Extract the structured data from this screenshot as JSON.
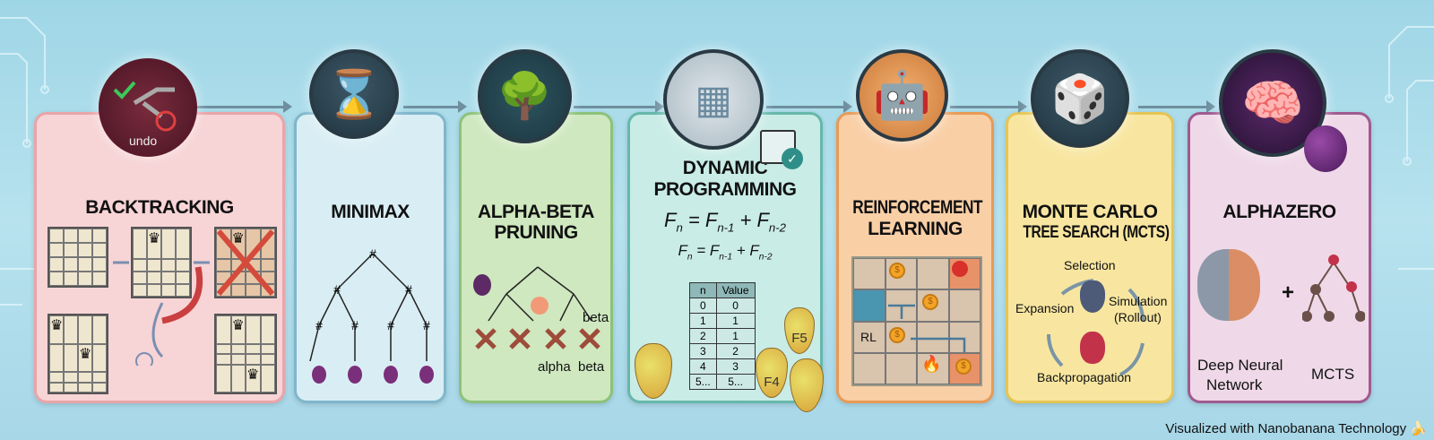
{
  "panels": {
    "backtracking": {
      "title": "BACKTRACKING",
      "undo": "undo"
    },
    "minimax": {
      "title": "MINIMAX"
    },
    "alphabeta": {
      "title_1": "ALPHA-BETA",
      "title_2": "PRUNING",
      "beta": "beta",
      "alpha": "alpha",
      "beta2": "beta"
    },
    "dp": {
      "title_1": "DYNAMIC",
      "title_2": "PROGRAMMING",
      "table_headers": [
        "n",
        "Value"
      ],
      "table_rows": [
        [
          "0",
          "0"
        ],
        [
          "1",
          "1"
        ],
        [
          "2",
          "1"
        ],
        [
          "3",
          "2"
        ],
        [
          "4",
          "3"
        ],
        [
          "5...",
          "5..."
        ]
      ],
      "pear_labels": [
        "F5",
        "F4"
      ]
    },
    "rl": {
      "title_1": "REINFORCEMENT",
      "title_2": "LEARNING",
      "rl_label": "RL"
    },
    "mcts": {
      "title_1": "MONTE CARLO",
      "title_2": "TREE SEARCH (MCTS)",
      "selection": "Selection",
      "simulation": "Simulation",
      "rollout": "(Rollout)",
      "expansion": "Expansion",
      "backprop": "Backpropagation"
    },
    "alphazero": {
      "title": "ALPHAZERO",
      "dnn_1": "Deep Neural",
      "dnn_2": "Network",
      "plus": "+",
      "mcts": "MCTS"
    }
  },
  "footer": "Visualized with Nanobanana Technology 🍌",
  "colors": {
    "backtracking": "#f7d4d6",
    "minimax": "#d9eef4",
    "alphabeta": "#cfe8bf",
    "dp": "#c9ece6",
    "rl": "#f9cfa6",
    "mcts": "#f8e6a0",
    "alphazero": "#efd9e8"
  }
}
